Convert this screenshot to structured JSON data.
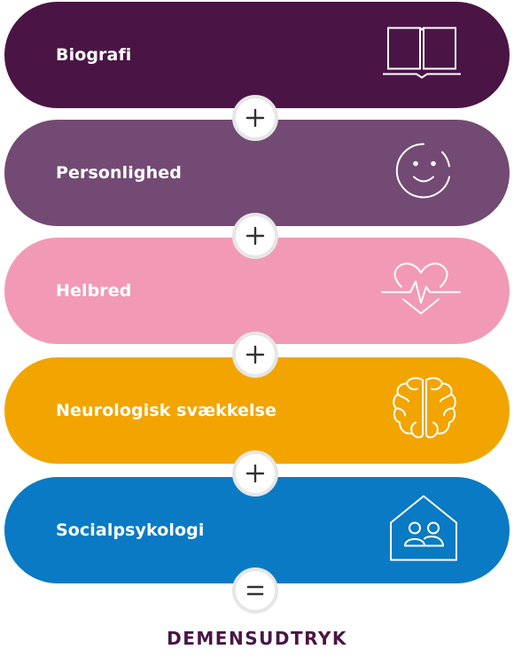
{
  "rows": [
    {
      "label": "Biografi",
      "color": "#4a1545",
      "icon": "open-book-icon"
    },
    {
      "label": "Personlighed",
      "color": "#734a73",
      "icon": "smiley-face-icon"
    },
    {
      "label": "Helbred",
      "color": "#f29ab5",
      "icon": "heartbeat-icon"
    },
    {
      "label": "Neurologisk svækkelse",
      "color": "#f2a500",
      "icon": "brain-icon"
    },
    {
      "label": "Socialpsykologi",
      "color": "#0a7ac4",
      "icon": "house-people-icon"
    }
  ],
  "operators": {
    "plus": "+",
    "equals": "="
  },
  "result": "DEMENSUDTRYK"
}
